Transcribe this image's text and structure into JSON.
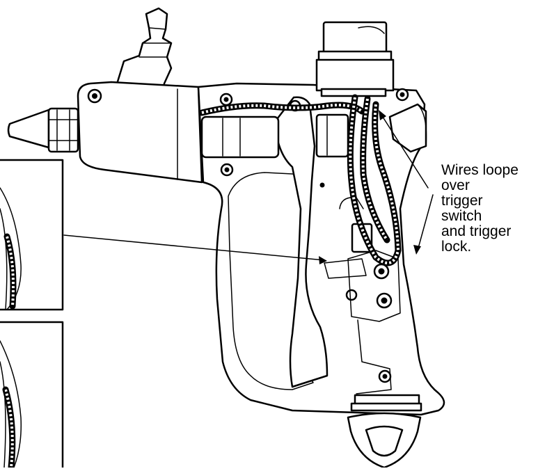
{
  "callout": {
    "lines": [
      "Wires loope",
      "over",
      "trigger",
      "switch",
      "and trigger",
      "lock."
    ]
  },
  "colors": {
    "line": "#000000",
    "background": "#ffffff"
  }
}
